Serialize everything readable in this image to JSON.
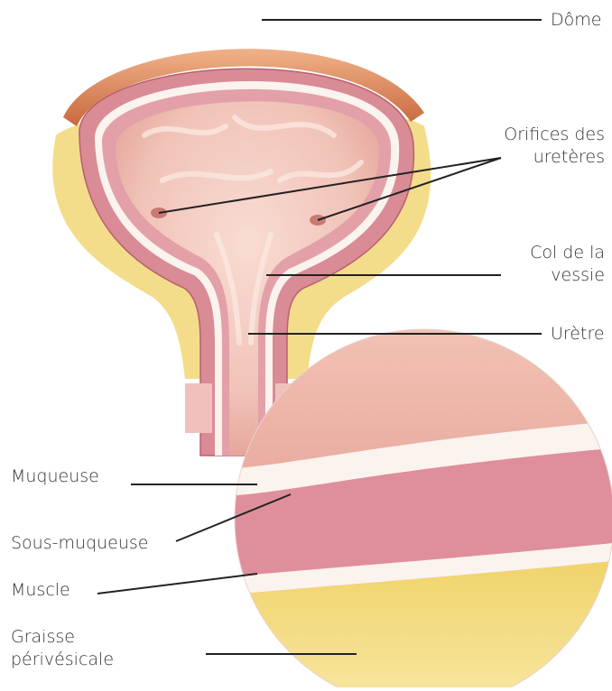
{
  "labels": {
    "dome": "Dôme",
    "ureteral_orifices": [
      "Orifices des",
      "uretères"
    ],
    "bladder_neck": [
      "Col de la",
      "vessie"
    ],
    "urethra": "Urètre",
    "mucosa": "Muqueuse",
    "submucosa": "Sous-muqueuse",
    "muscle": "Muscle",
    "perivesical_fat": [
      "Graisse",
      "périvésicale"
    ]
  },
  "colors": {
    "fat_yellow": "#f3dd8a",
    "muscle_pink": "#d98b96",
    "mucosa_white": "#fbf3ee",
    "lumen_pink": "#f1c3b8",
    "dome_orange": "#d9855a",
    "leader_line": "#222222"
  }
}
